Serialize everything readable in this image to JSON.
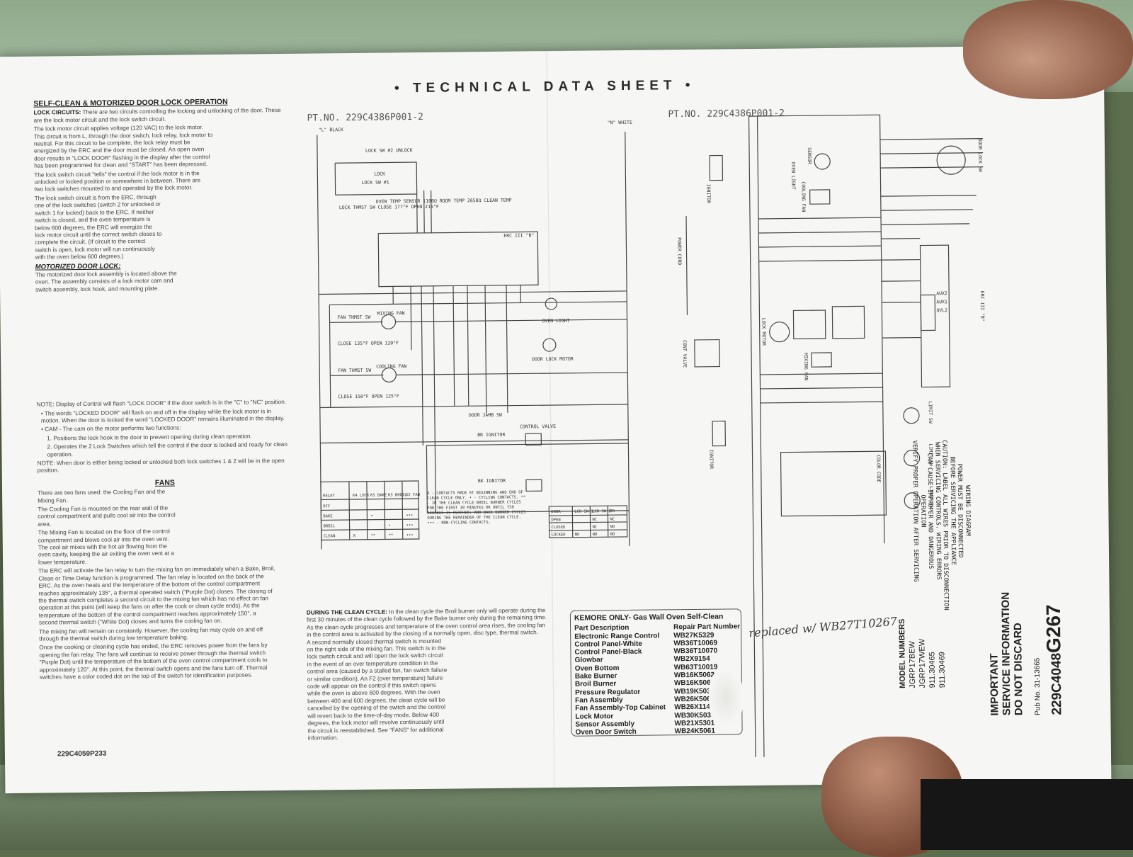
{
  "sheet": {
    "title": "• TECHNICAL DATA SHEET •",
    "pt_no_left": "PT.NO. 229C4386P001-2",
    "pt_no_right": "PT.NO. 229C4386P001-2",
    "bottom_left_partno": "229C4059P233"
  },
  "door_lock": {
    "heading": "SELF-CLEAN & MOTORIZED DOOR LOCK OPERATION",
    "lock_circuits_label": "LOCK CIRCUITS:",
    "lock_circuits_text": "There are two circuits controlling the locking and unlocking of the door. These are the lock motor circuit and the lock switch circuit.",
    "motor_circuit_text": "The lock motor circuit applies voltage (120 VAC) to the lock motor. This circuit is from L, through the door switch, lock relay, lock motor to neutral. For this circuit to be complete, the lock relay must be energized by the ERC and the door must be closed. An open oven door results in \"LOCK DOOR\" flashing in the display after the control has been programmed for clean and \"START\" has been depressed.",
    "switch_circuit_text": "The lock switch circuit \"tells\" the control if the lock motor is in the unlocked or locked position or somewhere in between. There are two lock switches mounted to and operated by the lock motor.",
    "switch_circuit_text2": "The lock switch circuit is from the ERC, through one of the lock switches (switch 2 for unlocked or switch 1 for locked) back to the ERC. If neither switch is closed, and the oven temperature is below 600 degrees, the ERC will energize the lock motor circuit until the correct switch closes to complete the circuit. (If circuit to the correct switch is open, lock motor will run continuously with the oven below 600 degrees.)",
    "motorized_heading": "MOTORIZED DOOR LOCK:",
    "motorized_text": "The motorized door lock assembly is located above the oven. The assembly consists of a lock motor cam and switch assembly, lock hook, and mounting plate.",
    "note_text": "NOTE: Display of Control will flash \"LOCK DOOR\" if the door switch is in the \"C\" to \"NC\" position.",
    "note_b1": "• The words \"LOCKED DOOR\" will flash on and off in the display while the lock motor is in motion. When the door is locked the word \"LOCKED DOOR\" remains illuminated in the display.",
    "note_b2": "• CAM - The cam on the motor performs two functions:",
    "note_b2a": "1. Positions the lock hook in the door to prevent opening during clean operation.",
    "note_b2b": "2. Operates the 2 Lock Switches which tell the control if the door is locked and ready for clean operation.",
    "note2": "NOTE: When door is either being locked or unlocked both lock switches 1 & 2 will be in the open position."
  },
  "fans": {
    "heading": "FANS",
    "text1": "There are two fans used: the Cooling Fan and the Mixing Fan.",
    "text2": "The Cooling Fan is mounted on the rear wall of the control compartment and pulls cool air into the control area.",
    "text3": "The Mixing Fan is located on the floor of the control compartment and blows cool air into the oven vent. The cool air mixes with the hot air flowing from the oven cavity, keeping the air exiting the oven vent at a lower temperature.",
    "text4": "The ERC will activate the fan relay to turn the mixing fan on immediately when a Bake, Broil, Clean or Time Delay function is programmed. The fan relay is located on the back of the ERC. As the oven heats and the temperature of the bottom of the control compartment reaches approximately 135°, a thermal operated switch (\"Purple Dot) closes. The closing of the thermal switch completes a second circuit to the mixing fan which has no effect on fan operation at this point (will keep the fans on after the cook or clean cycle ends). As the temperature of the bottom of the control compartment reaches approximately 150°, a second thermal switch (\"White Dot) closes and turns the cooling fan on.",
    "text5": "The mixing fan will remain on constantly. However, the cooling fan may cycle on and off through the thermal switch during low temperature baking.",
    "text6": "Once the cooking or cleaning cycle has ended, the ERC removes power from the fans by opening the fan relay. The fans will continue to receive power through the thermal switch \"Purple Dot) until the temperature of the bottom of the oven control compartment cools to approximately 120°. At this point, the thermal switch opens and the fans turn off. Thermal switches have a color coded dot on the top of the switch for identification purposes."
  },
  "clean_cycle": {
    "heading": "DURING THE CLEAN CYCLE:",
    "text": "In the clean cycle the Broil burner only will operate during the first 30 minutes of the clean cycle followed by the Bake burner only during the remaining time. As the clean cycle progresses and temperature of the oven control area rises, the cooling fan in the control area is activated by the closing of a normally open, disc type, thermal switch.",
    "text2": "A second normally closed thermal switch is mounted on the right side of the mixing fan. This switch is in the lock switch circuit and will open the lock switch circuit in the event of an over temperature condition in the control area (caused by a stalled fan, fan switch failure or similar condition). An F2 (over temperature) failure code will appear on the control if this switch opens while the oven is above 600 degrees. With the oven between 400 and 600 degrees, the clean cycle will be cancelled by the opening of the switch and the control will revert back to the time-of-day mode. Below 400 degrees, the lock motor will revolve continuously until the circuit is reestablished. See \"FANS\" for additional information."
  },
  "schematic_labels": {
    "l1_black": "\"L\" BLACK",
    "n_white": "\"N\" WHITE",
    "lock_sw2_unlock": "LOCK SW #2 UNLOCK",
    "lock": "LOCK",
    "lock_sw1": "LOCK SW #1",
    "lock_thmst": "LOCK THMST SW CLOSE 177°F OPEN 216°F",
    "oven_temp_sensor": "OVEN TEMP SENSOR 1100Ω ROOM TEMP 2650Ω CLEAN TEMP",
    "erc": "ERC III \"B\"",
    "fan_thmst_1": "FAN THMST SW",
    "close_135": "CLOSE 135°F OPEN 120°F",
    "mixing_fan": "MIXING FAN",
    "fan_thmst_2": "FAN THMST SW",
    "close_150": "CLOSE 150°F OPEN 125°F",
    "cooling_fan": "COOLING FAN",
    "oven_light": "OVEN LIGHT",
    "door_lock_motor": "DOOR LOCK MOTOR",
    "door_jamb_sw": "DOOR JAMB SW",
    "br_ignitor": "BR IGNITOR",
    "bk_ignitor": "BK IGNITOR",
    "control_valve": "CONTROL VALVE",
    "contacts_note": "X - CONTACTS MADE AT BEGINNING AND END OF CLEAN CYCLE ONLY. • - CYCLING CONTACTS. ** - IN THE CLEAN CYCLE BROIL BURNER CYCLES FOR THE FIRST 30 MINUTES OR UNTIL 750 DEGREES IS REACHED, AND BAKE BURNER CYCLES DURING THE REMAINDER OF THE CLEAN CYCLE. ••• - NON-CYCLING CONTACTS."
  },
  "relay_table": {
    "headers": [
      "RELAY CONTACTS MADE",
      "K4 LOCK",
      "K5 BAKE",
      "K3 BROIL",
      "K2 FAN"
    ],
    "rows": [
      [
        "OFF",
        "",
        "",
        "",
        ""
      ],
      [
        "BAKE",
        "",
        "•",
        "",
        "•••"
      ],
      [
        "BROIL",
        "",
        "",
        "•",
        "•••"
      ],
      [
        "CLEAN",
        "X",
        "**",
        "**",
        "•••"
      ]
    ]
  },
  "door_table": {
    "headers": [
      "DOOR POSITION",
      "LCK SW-1",
      "LCK SW-2",
      "OR HINGE SW"
    ],
    "rows": [
      [
        "OPEN",
        "",
        "NC",
        "NC"
      ],
      [
        "CLOSED",
        "",
        "NC",
        "NO"
      ],
      [
        "LOCKED",
        "NO",
        "NO",
        "NO"
      ]
    ]
  },
  "wiring_labels": {
    "ignitor_top": "IGNITOR",
    "oven_light": "OVEN LIGHT",
    "sensor": "SENSOR",
    "cooling_fan": "COOLING FAN",
    "door_lock_sw": "DOOR LOCK SW",
    "power_cord": "POWER CORD",
    "lock_motor": "LOCK MOTOR",
    "mixing_fan": "MIXING FAN",
    "cont_valve": "CONT VALVE",
    "ignitor_bottom": "IGNITOR",
    "limit_sw": "LIMIT SW",
    "erc": "ERC III \"B\"",
    "aux2": "AUX2",
    "aux1": "AUX1",
    "ovl2": "OVL2",
    "color_code": "COLOR CODE"
  },
  "wiring_diagram": {
    "title": "WIRING DIAGRAM",
    "l1": "POWER MUST BE DISCONNECTED",
    "l2": "BEFORE SERVICING THE APPLIANCE",
    "l3": "CAUTION: LABEL ALL WIRES PRIOR TO DISCONNECTION",
    "l4": "WHEN SERVICING CONTROLS. WIRING ERRORS",
    "l5": "CAN CAUSE IMPROPER AND DANGEROUS",
    "l6": "OPERATION",
    "l7": "VERIFY PROPER OPERATION AFTER SERVICING"
  },
  "model_numbers": {
    "heading": "MODEL NUMBERS",
    "models": [
      "JGRP17BEW",
      "JGRP17WEW",
      "911.30465",
      "911.30469"
    ]
  },
  "important": {
    "l1": "IMPORTANT",
    "l2": "SERVICE INFORMATION",
    "l3": "DO NOT DISCARD",
    "pub": "Pub No. 31-13665",
    "doc_small": "229C4048",
    "doc_large": "G267"
  },
  "parts": {
    "title": "KEMORE ONLY- Gas Wall Oven Self-Clean",
    "header_desc": "Part Description",
    "header_num": "Repair Part Number",
    "items": [
      {
        "desc": "Electronic Range Control",
        "num": "WB27K5329"
      },
      {
        "desc": "Control Panel-White",
        "num": "WB36T10069"
      },
      {
        "desc": "Control Panel-Black",
        "num": "WB36T10070"
      },
      {
        "desc": "Glowbar",
        "num": "WB2X9154"
      },
      {
        "desc": "Oven Bottom",
        "num": "WB63T10019"
      },
      {
        "desc": "Bake Burner",
        "num": "WB16K5062"
      },
      {
        "desc": "Broil Burner",
        "num": "WB16K5064"
      },
      {
        "desc": "Pressure Regulator",
        "num": "WB19K5032"
      },
      {
        "desc": "Fan Assembly",
        "num": "WB26K5061"
      },
      {
        "desc": "Fan Assembly-Top Cabinet",
        "num": "WB26X114"
      },
      {
        "desc": "Lock Motor",
        "num": "WB30K5030"
      },
      {
        "desc": "Sensor Assembly",
        "num": "WB21X5301"
      },
      {
        "desc": "Oven Door Switch",
        "num": "WB24K5061"
      }
    ],
    "handwritten_note": "replaced w/ WB27T10267"
  },
  "colors": {
    "paper": "#f6f6f4",
    "ink": "#2a2a2a",
    "cushion": "#8fa98a"
  }
}
